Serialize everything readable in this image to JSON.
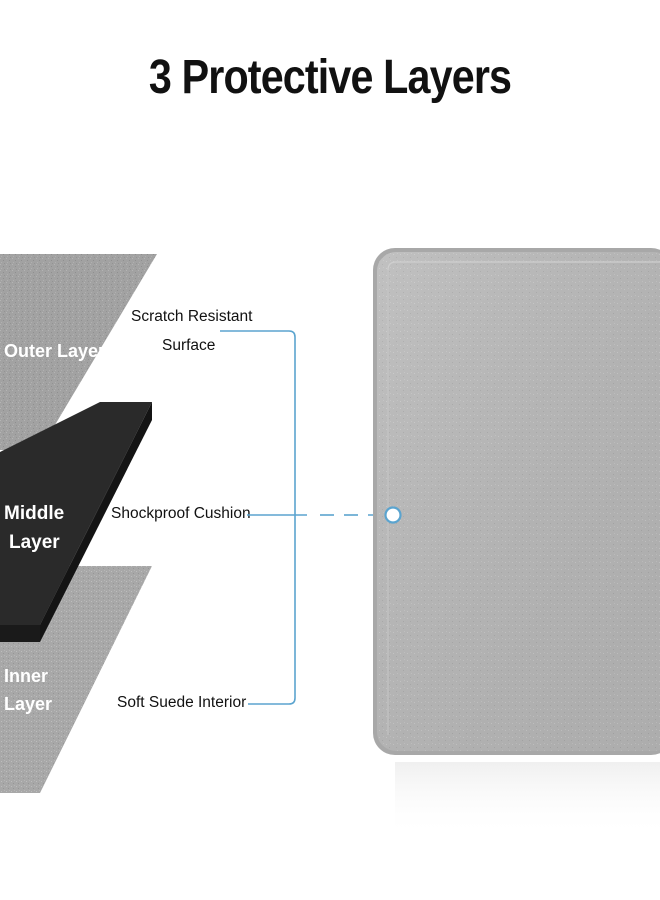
{
  "title": "3 Protective Layers",
  "layers": {
    "outer": {
      "label": "Outer Layer"
    },
    "middle": {
      "label_line1": "Middle",
      "label_line2": "Layer"
    },
    "inner": {
      "label_line1": "Inner",
      "label_line2": "Layer"
    }
  },
  "callouts": {
    "scratch_line1": "Scratch Resistant",
    "scratch_line2": "Surface",
    "shockproof": "Shockproof Cushion",
    "suede": "Soft Suede Interior"
  },
  "colors": {
    "accent_blue": "#5ba4cf",
    "outer_gray": "#9b9b9b",
    "middle_black": "#262626",
    "inner_gray": "#a3a3a3",
    "sleeve_gray": "#b6b6b6"
  }
}
